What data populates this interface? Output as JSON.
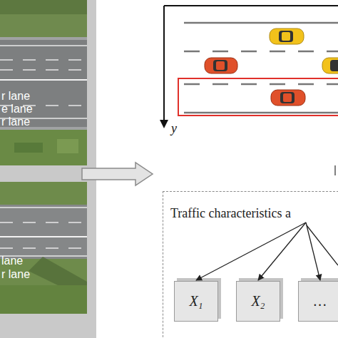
{
  "diagram": {
    "nodes": [
      {
        "text": [
          "Traffic characteristics a"
        ]
      },
      {
        "text": [
          "X₁"
        ],
        "in": 0
      },
      {
        "text": [
          "X₂"
        ],
        "in": 0
      },
      {
        "text": [
          "…"
        ],
        "in": 0
      }
    ],
    "edges": [
      {
        "from": 0,
        "to": 1,
        "arrow": "to"
      },
      {
        "from": 0,
        "to": 2,
        "arrow": "to"
      },
      {
        "from": 0,
        "to": 3,
        "arrow": "to"
      }
    ],
    "labels": [
      "r lane",
      "e lane",
      "r lane",
      "lane",
      "r lane",
      "y"
    ]
  }
}
